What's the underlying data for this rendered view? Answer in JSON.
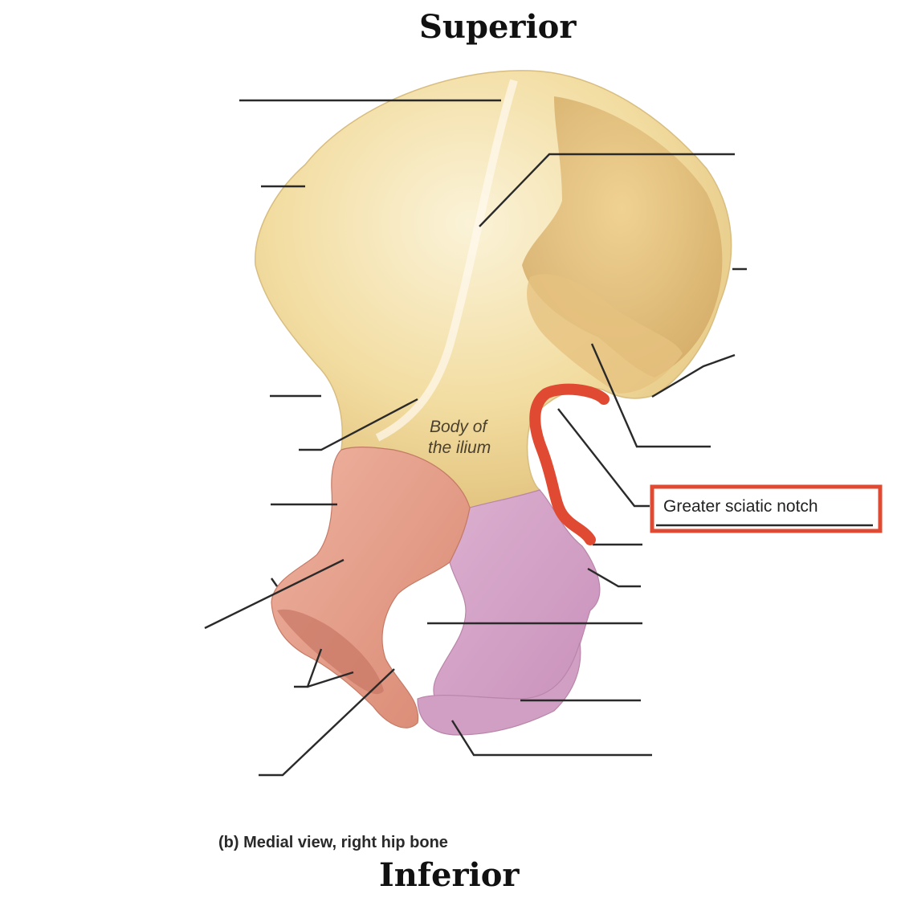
{
  "orientation": {
    "top": "Superior",
    "bottom": "Inferior"
  },
  "caption": "(b) Medial view, right hip bone",
  "labels": {
    "body_of_ilium_line1": "Body of",
    "body_of_ilium_line2": "the ilium",
    "highlighted": "Greater sciatic notch"
  },
  "colors": {
    "ilium": "#f2dca0",
    "ischium": "#d9a7c9",
    "pubis": "#e7a18b",
    "highlight": "#e04a32"
  }
}
